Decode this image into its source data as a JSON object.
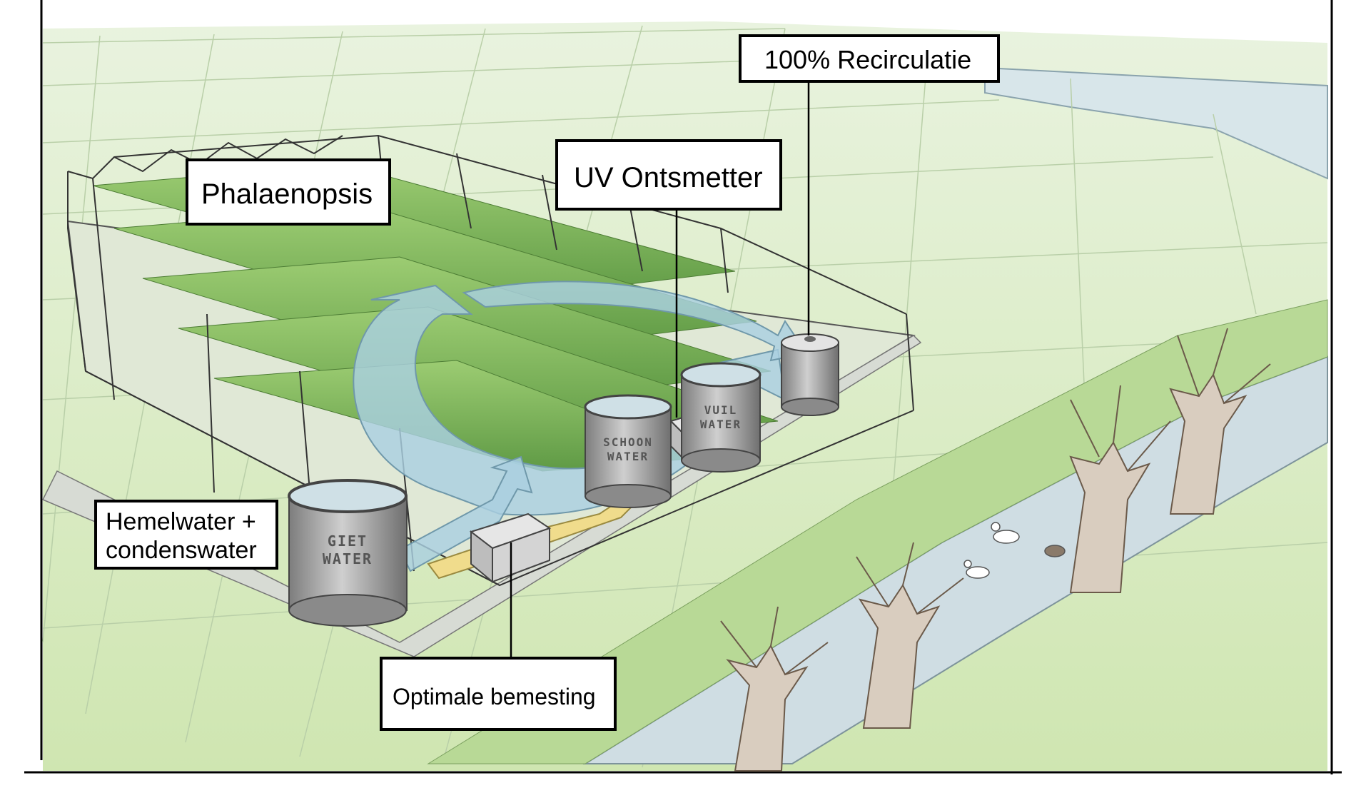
{
  "labels": {
    "recirculation": "100% Recirculatie",
    "uv": "UV Ontsmetter",
    "crop": "Phalaenopsis",
    "source_line1": "Hemelwater +",
    "source_line2": "condenswater",
    "fertilization": "Optimale bemesting"
  },
  "tanks": {
    "giet": [
      "GIET",
      "WATER"
    ],
    "schoon": [
      "SCHOON",
      "WATER"
    ],
    "vuil": [
      "VUIL",
      "WATER"
    ]
  },
  "colors": {
    "flow_arrow": "#a9cfe0",
    "feed_arrow": "#f0dc8c",
    "grass": "#c7e2a3",
    "plants": "#7fb65a",
    "ditch_water": "#cfdde3"
  }
}
